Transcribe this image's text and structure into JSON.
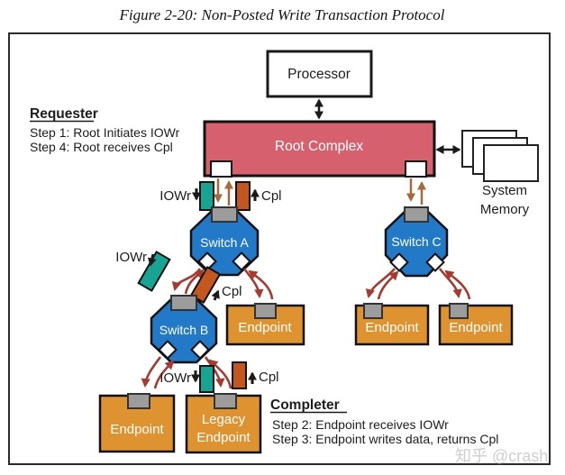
{
  "title": "Figure 2-20: Non-Posted Write Transaction Protocol",
  "requester": {
    "heading": "Requester",
    "step1": "Step 1: Root Initiates IOWr",
    "step4": "Step 4: Root receives Cpl"
  },
  "completer": {
    "heading": "Completer",
    "step2": "Step 2: Endpoint receives IOWr",
    "step3": "Step 3: Endpoint writes data, returns Cpl"
  },
  "nodes": {
    "processor": "Processor",
    "root_complex": "Root Complex",
    "switch_a": "Switch A",
    "switch_b": "Switch B",
    "switch_c": "Switch C",
    "endpoint": "Endpoint",
    "legacy_endpoint_line1": "Legacy",
    "legacy_endpoint_line2": "Endpoint",
    "system_memory_line1": "System",
    "system_memory_line2": "Memory"
  },
  "labels": {
    "iowr": "IOWr",
    "cpl": "Cpl"
  },
  "watermark": "知乎 @crash",
  "colors": {
    "root_complex": "#d6606e",
    "switch": "#2279c8",
    "endpoint": "#de9330",
    "iowr_packet": "#17a492",
    "cpl_packet": "#c2581f",
    "request_arrow": "#a8683c",
    "completion_arrow": "#a63a30",
    "port": "#9c9c9c"
  }
}
